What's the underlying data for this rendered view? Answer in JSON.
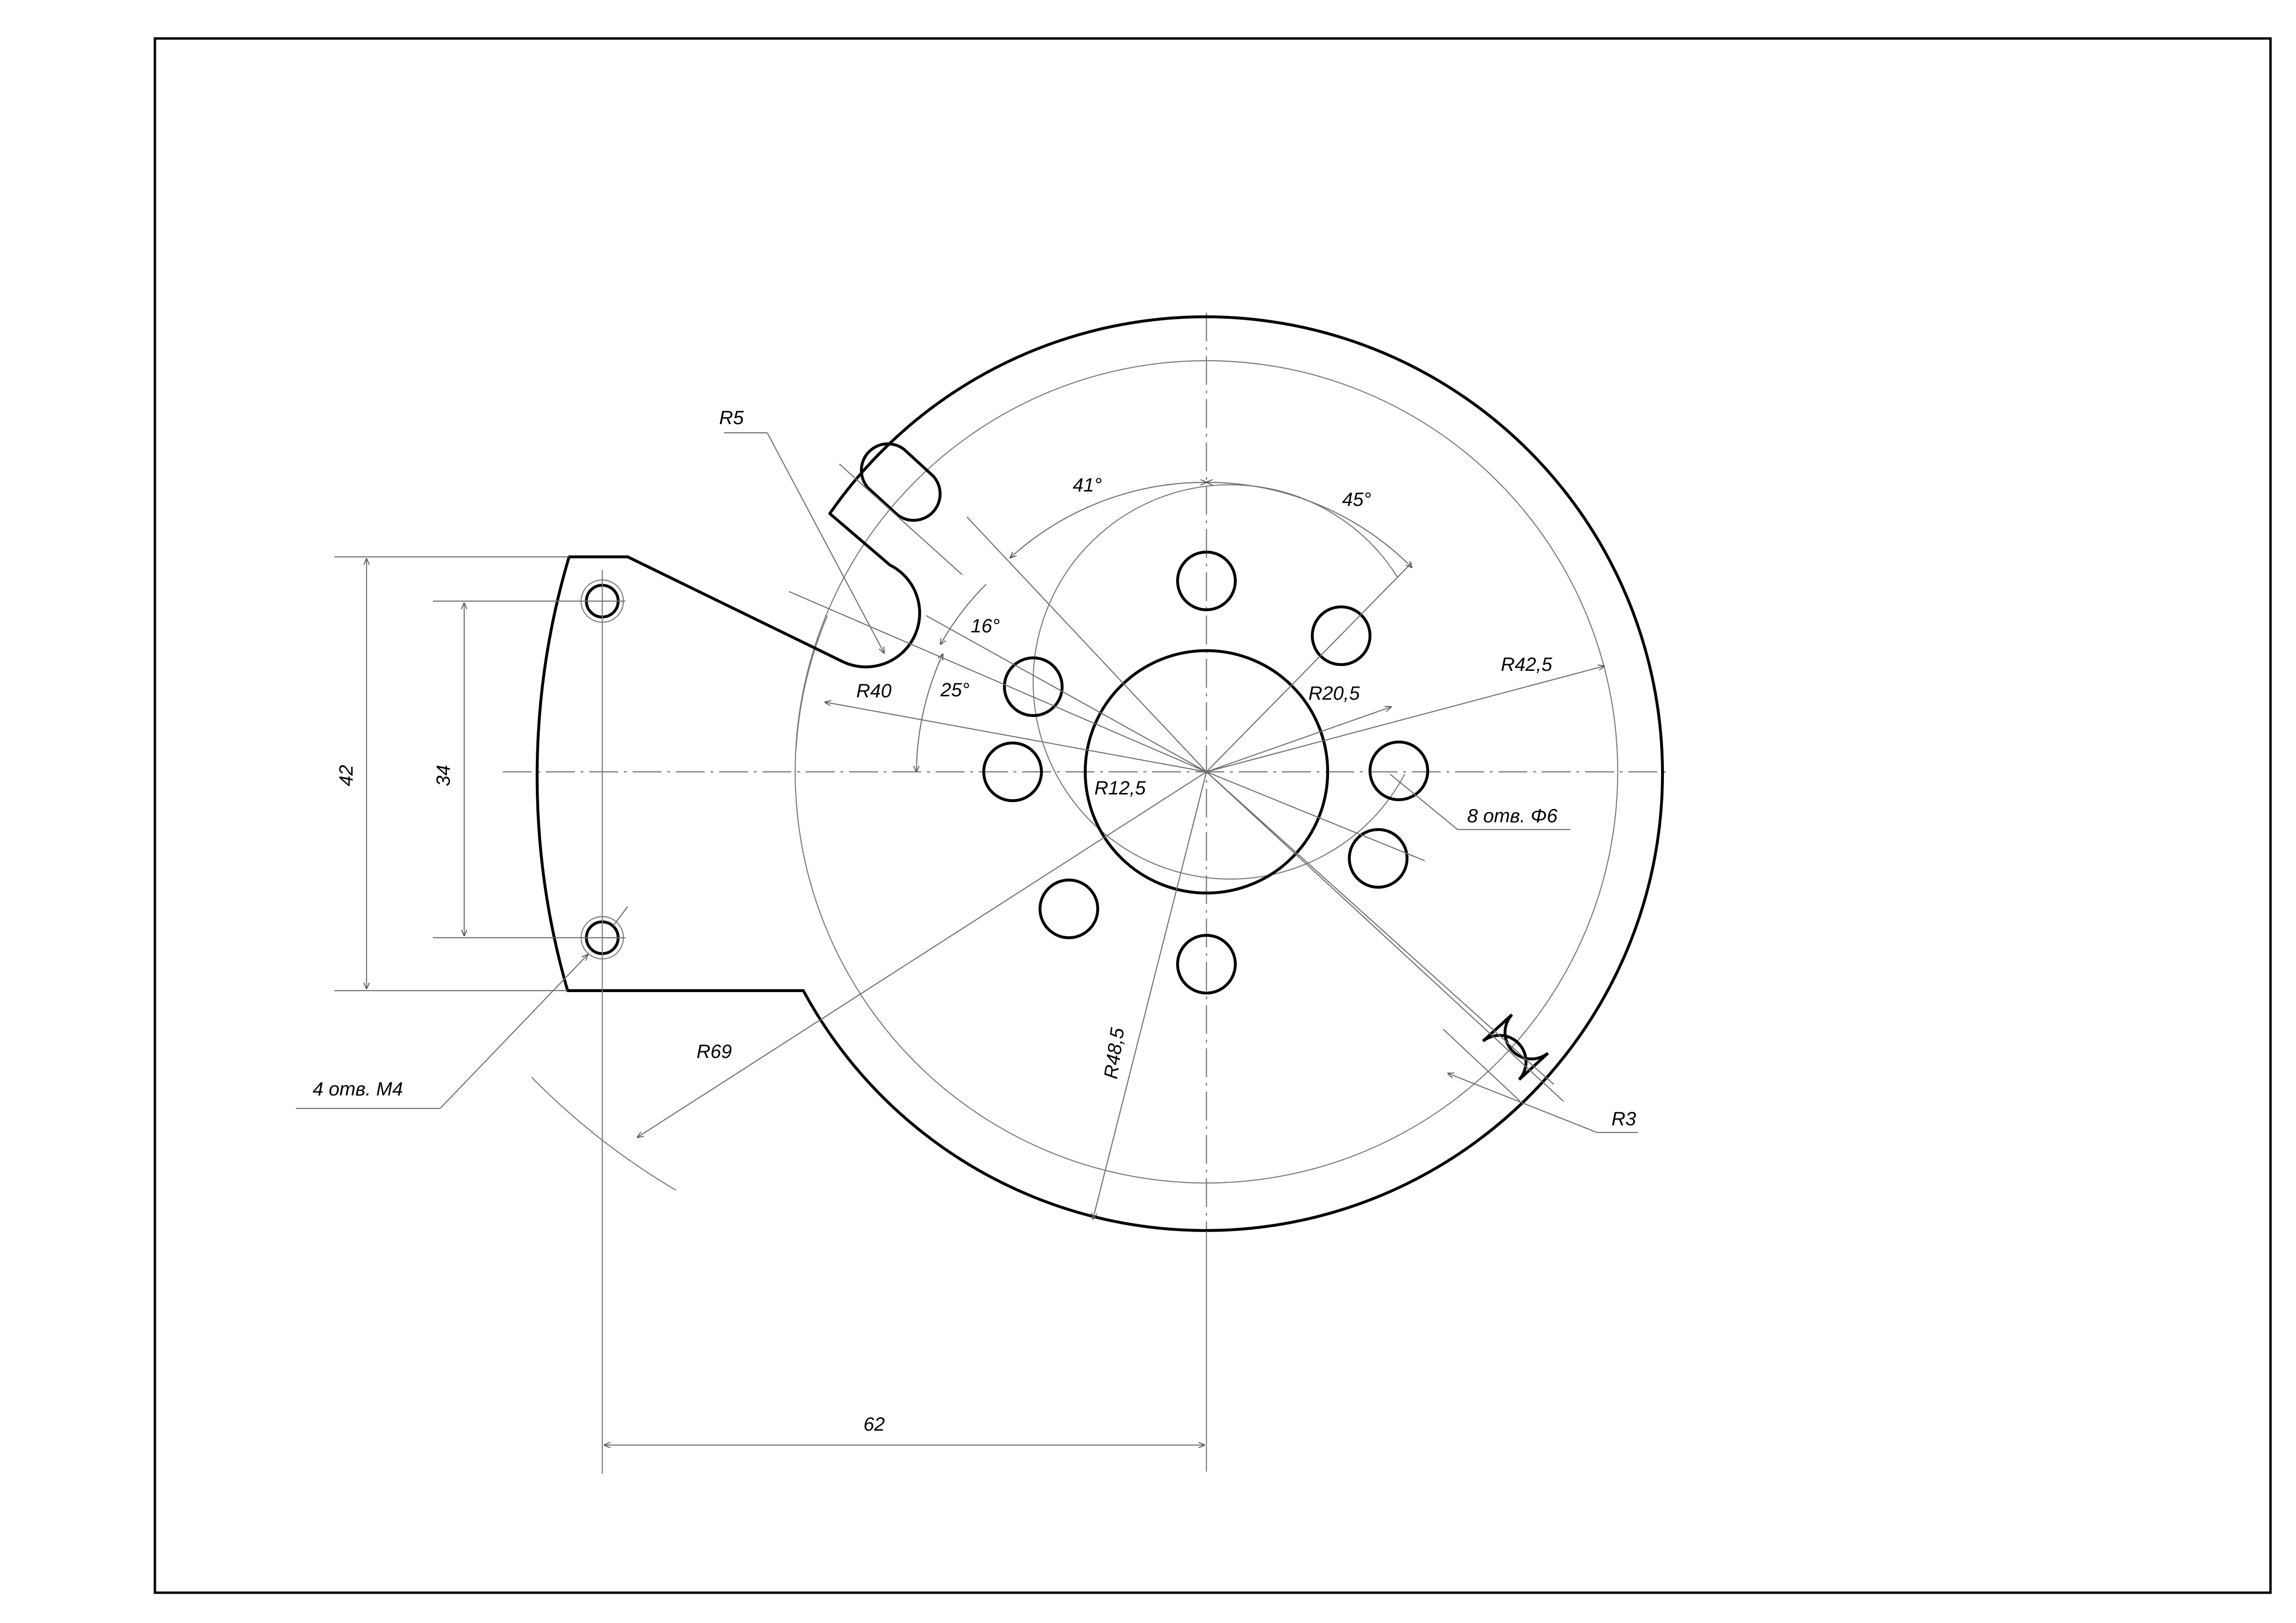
{
  "labels": {
    "r5": "R5",
    "a41": "41°",
    "a45": "45°",
    "a16": "16°",
    "r40": "R40",
    "a25": "25°",
    "r42_5": "R42,5",
    "r20_5": "R20,5",
    "r12_5": "R12,5",
    "d42": "42",
    "d34": "34",
    "holes8": "8 отв. Φ6",
    "r69": "R69",
    "r48_5": "R48,5",
    "r3": "R3",
    "holes4": "4 отв. M4",
    "d62": "62"
  }
}
